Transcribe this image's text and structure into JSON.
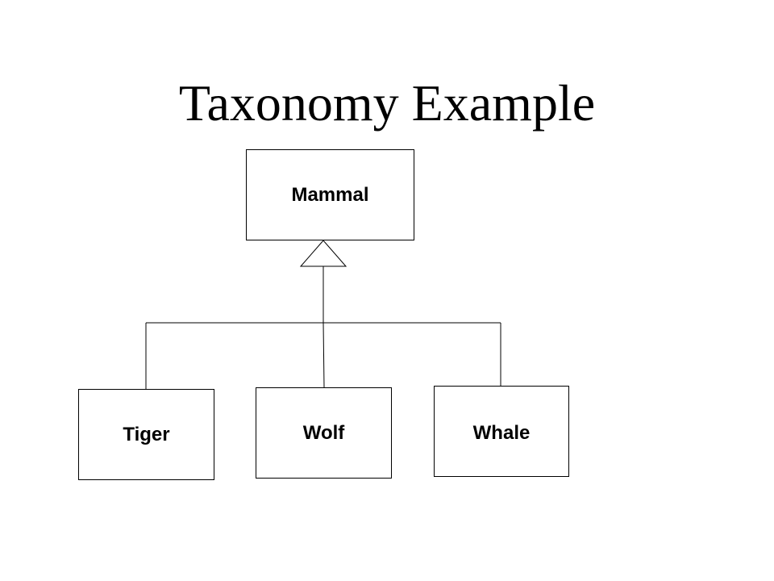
{
  "title": "Taxonomy Example",
  "nodes": {
    "parent": {
      "label": "Mammal"
    },
    "children": [
      {
        "label": "Tiger"
      },
      {
        "label": "Wolf"
      },
      {
        "label": "Whale"
      }
    ]
  },
  "relationship": "generalization",
  "colors": {
    "line": "#000000",
    "background": "#ffffff",
    "text": "#000000"
  }
}
